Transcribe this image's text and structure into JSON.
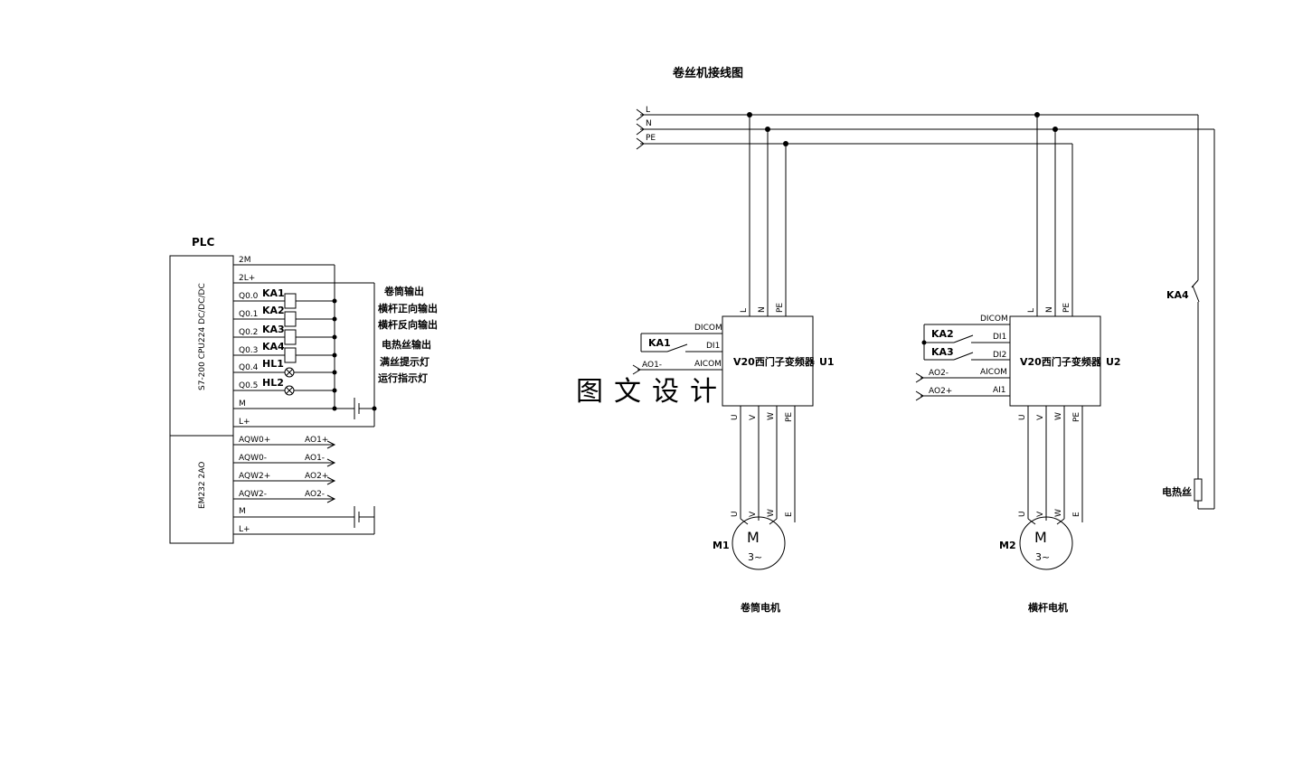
{
  "title": "卷丝机接线图",
  "watermark": "图文设计",
  "bus": {
    "l": "L",
    "n": "N",
    "pe": "PE"
  },
  "plc": {
    "label": "PLC",
    "cpu_model": "S7-200 CPU224 DC/DC/DC",
    "em_model": "EM232 2AO",
    "cpu_terminals": [
      "2M",
      "2L+",
      "Q0.0",
      "Q0.1",
      "Q0.2",
      "Q0.3",
      "Q0.4",
      "Q0.5",
      "M",
      "L+"
    ],
    "em_terminals": [
      "AQW0+",
      "AQW0-",
      "AQW2+",
      "AQW2-",
      "M",
      "L+"
    ],
    "ao_outputs": [
      "AO1+",
      "AO1-",
      "AO2+",
      "AO2-"
    ],
    "coils": [
      "KA1",
      "KA2",
      "KA3",
      "KA4",
      "HL1",
      "HL2"
    ],
    "outputs": [
      "卷筒输出",
      "横杆正向输出",
      "横杆反向输出",
      "电热丝输出",
      "满丝提示灯",
      "运行指示灯"
    ]
  },
  "inverter1": {
    "name": "V20西门子变频器",
    "id": "U1",
    "top_terminals": [
      "L",
      "N",
      "PE"
    ],
    "left_terminals": [
      "DICOM",
      "DI1",
      "AICOM"
    ],
    "bottom_terminals": [
      "U",
      "V",
      "W",
      "PE"
    ],
    "contact": "KA1",
    "ao_in": "AO1-",
    "motor": {
      "id": "M1",
      "symbol": "M",
      "phase": "3~",
      "terminals": [
        "U",
        "V",
        "W",
        "E"
      ],
      "label": "卷筒电机"
    }
  },
  "inverter2": {
    "name": "V20西门子变频器",
    "id": "U2",
    "top_terminals": [
      "L",
      "N",
      "PE"
    ],
    "left_terminals": [
      "DICOM",
      "DI1",
      "DI2",
      "AICOM",
      "AI1"
    ],
    "bottom_terminals": [
      "U",
      "V",
      "W",
      "PE"
    ],
    "contacts": [
      "KA2",
      "KA3"
    ],
    "ao_in": [
      "AO2-",
      "AO2+"
    ],
    "motor": {
      "id": "M2",
      "symbol": "M",
      "phase": "3~",
      "terminals": [
        "U",
        "V",
        "W",
        "E"
      ],
      "label": "横杆电机"
    }
  },
  "heater": {
    "contact": "KA4",
    "label": "电热丝"
  }
}
